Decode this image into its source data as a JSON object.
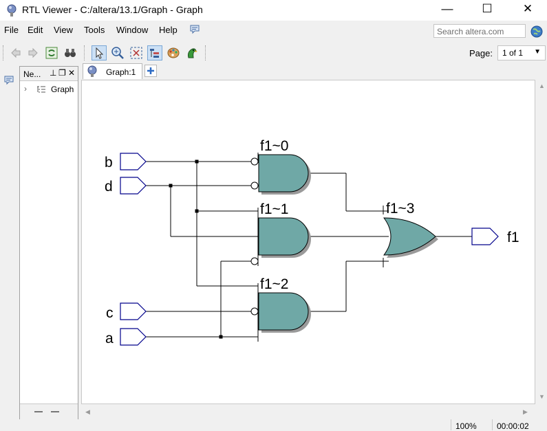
{
  "window": {
    "title": "RTL Viewer - C:/altera/13.1/Graph - Graph",
    "minimize_glyph": "—",
    "maximize_glyph": "☐",
    "close_glyph": "✕"
  },
  "menu": {
    "items": [
      "File",
      "Edit",
      "View",
      "Tools",
      "Window",
      "Help"
    ],
    "feedback_icon": "speech-bubble-icon"
  },
  "search": {
    "placeholder": "Search altera.com"
  },
  "toolbar": {
    "buttons": [
      "back-arrow-icon",
      "forward-arrow-icon",
      "refresh-icon",
      "binoculars-icon",
      "select-pointer-icon",
      "zoom-icon",
      "fit-window-icon",
      "hierarchy-icon",
      "palette-icon",
      "parrot-icon"
    ],
    "page_label": "Page:",
    "page_value": "1 of 1"
  },
  "navigator": {
    "title": "Ne...",
    "pin_glyph": "⊥",
    "float_glyph": "❐",
    "close_glyph": "✕",
    "tree_item": "Graph"
  },
  "tabs": [
    {
      "label": "Graph:1"
    }
  ],
  "schematic": {
    "inputs": [
      "b",
      "d",
      "c",
      "a"
    ],
    "output": "f1",
    "gates": [
      {
        "id": "f1~0",
        "type": "AND"
      },
      {
        "id": "f1~1",
        "type": "AND"
      },
      {
        "id": "f1~2",
        "type": "AND"
      },
      {
        "id": "f1~3",
        "type": "OR"
      }
    ],
    "gate_fill": "#6fa8a6",
    "port_stroke": "#00008b"
  },
  "status": {
    "zoom": "100%",
    "time": "00:00:02"
  }
}
